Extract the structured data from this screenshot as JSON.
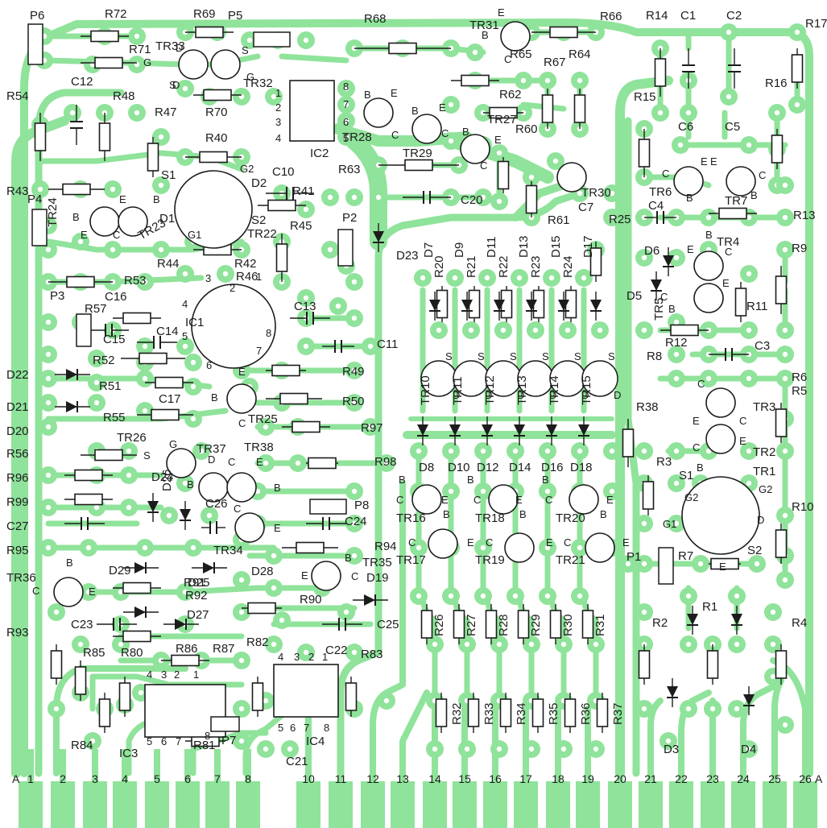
{
  "board": {
    "trace_color": "#8fe39a",
    "ink_color": "#1c1c1c",
    "background": "#ffffff",
    "edge_labels": {
      "left": "A",
      "right": "A"
    },
    "edge_pins": [
      "1",
      "2",
      "3",
      "4",
      "5",
      "6",
      "7",
      "8",
      "10",
      "11",
      "12",
      "13",
      "14",
      "15",
      "16",
      "17",
      "18",
      "19",
      "20",
      "21",
      "22",
      "23",
      "24",
      "25",
      "26"
    ]
  },
  "labels": {
    "resistors": [
      "R72",
      "R69",
      "R68",
      "R66",
      "R14",
      "R17",
      "R71",
      "R67",
      "R65",
      "R64",
      "R54",
      "R48",
      "R47",
      "R70",
      "R62",
      "R60",
      "R16",
      "R15",
      "R40",
      "R63",
      "R43",
      "R41",
      "R45",
      "R25",
      "R13",
      "R44",
      "R42",
      "R46",
      "R53",
      "R57",
      "R52",
      "R49",
      "R51",
      "R50",
      "R55",
      "R97",
      "R56",
      "R98",
      "R96",
      "R99",
      "R95",
      "R94",
      "R91",
      "R92",
      "R90",
      "R93",
      "R85",
      "R80",
      "R86",
      "R87",
      "R82",
      "R83",
      "R84",
      "R81",
      "R20",
      "R21",
      "R22",
      "R23",
      "R24",
      "R61",
      "R11",
      "R12",
      "R9",
      "R8",
      "R6",
      "R5",
      "R38",
      "R3",
      "R10",
      "R7",
      "R2",
      "R1",
      "R4",
      "R26",
      "R27",
      "R28",
      "R29",
      "R30",
      "R31",
      "R32",
      "R33",
      "R34",
      "R35",
      "R36",
      "R37"
    ],
    "capacitors": [
      "C1",
      "C2",
      "C12",
      "C6",
      "C5",
      "C10",
      "C20",
      "C7",
      "C4",
      "C16",
      "C13",
      "C15",
      "C14",
      "C11",
      "C3",
      "C17",
      "C27",
      "C24",
      "C26",
      "C23",
      "C25",
      "C22",
      "C21"
    ],
    "transistors": [
      "TR31",
      "TR33",
      "TR32",
      "TR28",
      "TR29",
      "TR27",
      "TR24",
      "TR23",
      "TR22",
      "TR30",
      "TR6",
      "TR7",
      "TR4",
      "TR5",
      "TR25",
      "TR26",
      "TR37",
      "TR38",
      "TR3",
      "TR2",
      "TR1",
      "TR34",
      "TR35",
      "TR36",
      "TR10",
      "TR11",
      "TR12",
      "TR13",
      "TR14",
      "TR15",
      "TR16",
      "TR18",
      "TR20",
      "TR17",
      "TR19",
      "TR21"
    ],
    "diodes": [
      "D2",
      "D1",
      "D23",
      "D7",
      "D9",
      "D11",
      "D13",
      "D15",
      "D17",
      "D6",
      "D5",
      "D22",
      "D21",
      "D20",
      "D24",
      "D26",
      "D29",
      "D28",
      "D25",
      "D27",
      "D19",
      "D8",
      "D10",
      "D12",
      "D14",
      "D16",
      "D18",
      "D3",
      "D4"
    ],
    "ics": [
      "IC2",
      "IC1",
      "IC3",
      "IC4"
    ],
    "pots": [
      "P6",
      "P5",
      "P4",
      "P2",
      "P3",
      "P8",
      "P7",
      "P1"
    ],
    "switches": [
      "S1",
      "S2"
    ],
    "pin_letters": [
      "E",
      "B",
      "C",
      "D",
      "S",
      "G",
      "G1",
      "G2"
    ],
    "ic2_pins": [
      "1",
      "2",
      "3",
      "4",
      "5",
      "6",
      "7",
      "8"
    ],
    "ic1_pins": [
      "1",
      "2",
      "3",
      "4",
      "5",
      "6",
      "7",
      "8"
    ],
    "ic3_pins": [
      "1",
      "2",
      "3",
      "4",
      "5",
      "6",
      "7",
      "8"
    ],
    "ic4_pins": [
      "1",
      "2",
      "3",
      "4",
      "5",
      "6",
      "7",
      "8"
    ]
  }
}
